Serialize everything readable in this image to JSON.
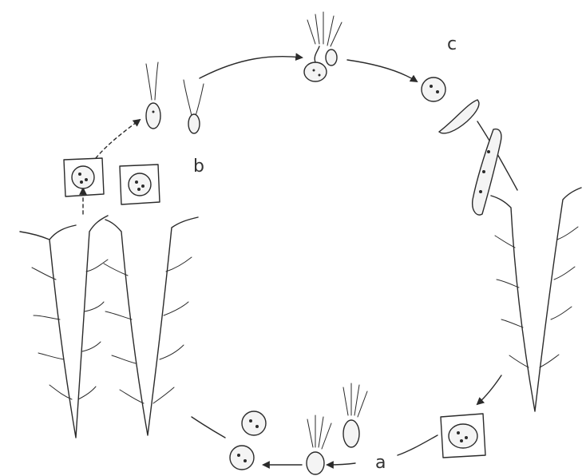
{
  "labels": {
    "a": "a",
    "b": "b",
    "c": "c"
  },
  "colors": {
    "ink": "#2b2b2b",
    "background": "#ffffff"
  }
}
